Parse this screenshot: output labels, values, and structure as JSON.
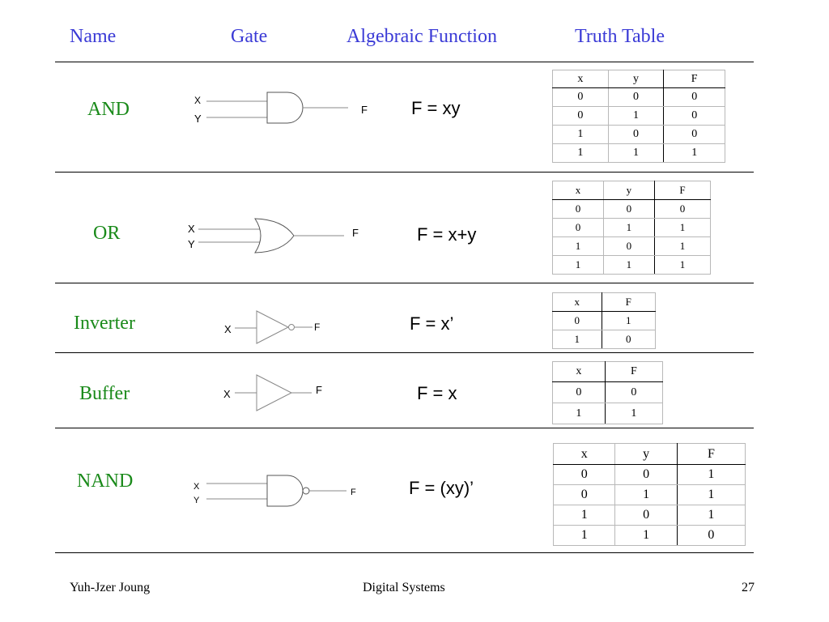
{
  "header": {
    "name": "Name",
    "gate": "Gate",
    "function": "Algebraic Function",
    "truth_table": "Truth Table"
  },
  "colors": {
    "header": "#3a3ad6",
    "gate_name": "#1a8a1a",
    "rule": "#000000"
  },
  "rows": [
    {
      "name": "AND",
      "function": "F = xy",
      "gate_icon": "and-gate-icon",
      "inputs": [
        "X",
        "Y"
      ],
      "output": "F",
      "table": {
        "headers": [
          "x",
          "y",
          "F"
        ],
        "rows": [
          [
            "0",
            "0",
            "0"
          ],
          [
            "0",
            "1",
            "0"
          ],
          [
            "1",
            "0",
            "0"
          ],
          [
            "1",
            "1",
            "1"
          ]
        ]
      }
    },
    {
      "name": "OR",
      "function": "F = x+y",
      "gate_icon": "or-gate-icon",
      "inputs": [
        "X",
        "Y"
      ],
      "output": "F",
      "table": {
        "headers": [
          "x",
          "y",
          "F"
        ],
        "rows": [
          [
            "0",
            "0",
            "0"
          ],
          [
            "0",
            "1",
            "1"
          ],
          [
            "1",
            "0",
            "1"
          ],
          [
            "1",
            "1",
            "1"
          ]
        ]
      }
    },
    {
      "name": "Inverter",
      "function": "F = x’",
      "gate_icon": "inverter-gate-icon",
      "inputs": [
        "X"
      ],
      "output": "F",
      "table": {
        "headers": [
          "x",
          "F"
        ],
        "rows": [
          [
            "0",
            "1"
          ],
          [
            "1",
            "0"
          ]
        ]
      }
    },
    {
      "name": "Buffer",
      "function": "F = x",
      "gate_icon": "buffer-gate-icon",
      "inputs": [
        "X"
      ],
      "output": "F",
      "table": {
        "headers": [
          "x",
          "F"
        ],
        "rows": [
          [
            "0",
            "0"
          ],
          [
            "1",
            "1"
          ]
        ]
      }
    },
    {
      "name": "NAND",
      "function": "F = (xy)’",
      "gate_icon": "nand-gate-icon",
      "inputs": [
        "X",
        "Y"
      ],
      "output": "F",
      "table": {
        "headers": [
          "x",
          "y",
          "F"
        ],
        "rows": [
          [
            "0",
            "0",
            "1"
          ],
          [
            "0",
            "1",
            "1"
          ],
          [
            "1",
            "0",
            "1"
          ],
          [
            "1",
            "1",
            "0"
          ]
        ]
      }
    }
  ],
  "footer": {
    "author": "Yuh-Jzer Joung",
    "title": "Digital Systems",
    "page": "27"
  }
}
